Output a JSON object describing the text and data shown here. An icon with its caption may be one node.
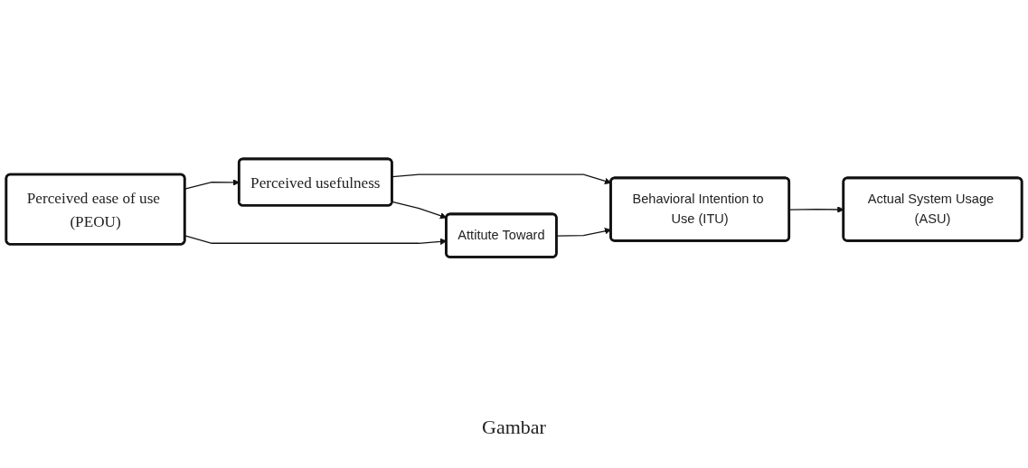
{
  "diagram": {
    "caption": "Gambar",
    "nodes": [
      {
        "text": [
          "Perceived usefulness"
        ]
      },
      {
        "text": [
          "Perceived ease of use (PEOU)"
        ]
      },
      {
        "text": [
          "Attitute Toward"
        ]
      },
      {
        "text": [
          "Behavioral Intention to Use (ITU)"
        ]
      },
      {
        "text": [
          "Actual System Usage (ASU)"
        ]
      }
    ],
    "edges": [
      {
        "from": 1,
        "to": 0,
        "arrow": "to"
      },
      {
        "from": 0,
        "to": 2,
        "arrow": "to"
      },
      {
        "from": 1,
        "to": 2,
        "arrow": "to"
      },
      {
        "from": 0,
        "to": 3,
        "arrow": "to"
      },
      {
        "from": 2,
        "to": 3,
        "arrow": "to"
      },
      {
        "from": 3,
        "to": 4,
        "arrow": "to"
      }
    ]
  }
}
